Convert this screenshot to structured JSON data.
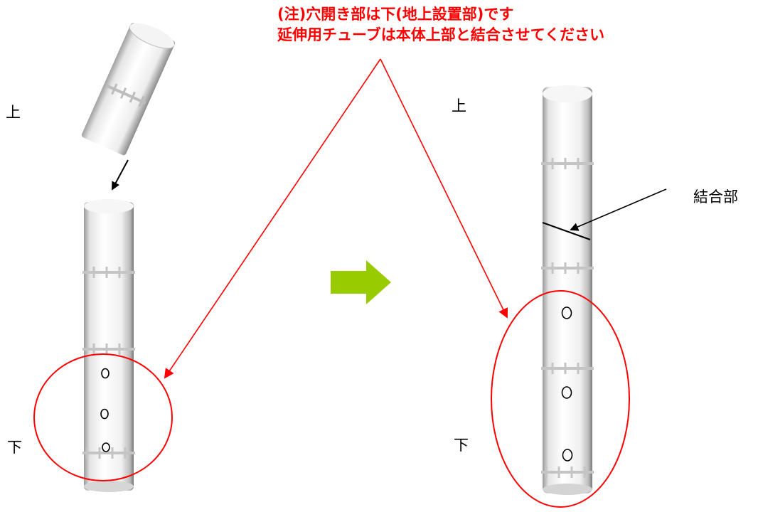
{
  "note": {
    "line1": "(注)穴開き部は下(地上設置部)です",
    "line2": "延伸用チューブは本体上部と結合させてください",
    "color": "#ff0000"
  },
  "left": {
    "top_label": "上",
    "bottom_label": "下"
  },
  "right": {
    "top_label": "上",
    "bottom_label": "下",
    "joint_label": "結合部"
  },
  "colors": {
    "arrow_green": "#99cc00",
    "highlight_red": "#ff0000",
    "tube_shade": "#c8c8c8"
  }
}
